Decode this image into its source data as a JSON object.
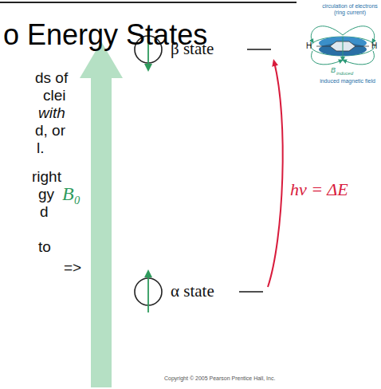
{
  "diagram": {
    "title": "o Energy States",
    "labels": [
      "ds of",
      "clei",
      "with",
      "d, or",
      "l.",
      "right",
      "gy",
      "d",
      "to",
      "=>",
      "circulation of electrons (ring current)",
      "H",
      "H",
      "B",
      "induced",
      "induced magnetic field",
      "β state",
      "α state",
      "B₀",
      "hν = ΔE",
      "Copyright © 2005 Pearson Prentice Hall, Inc."
    ]
  }
}
